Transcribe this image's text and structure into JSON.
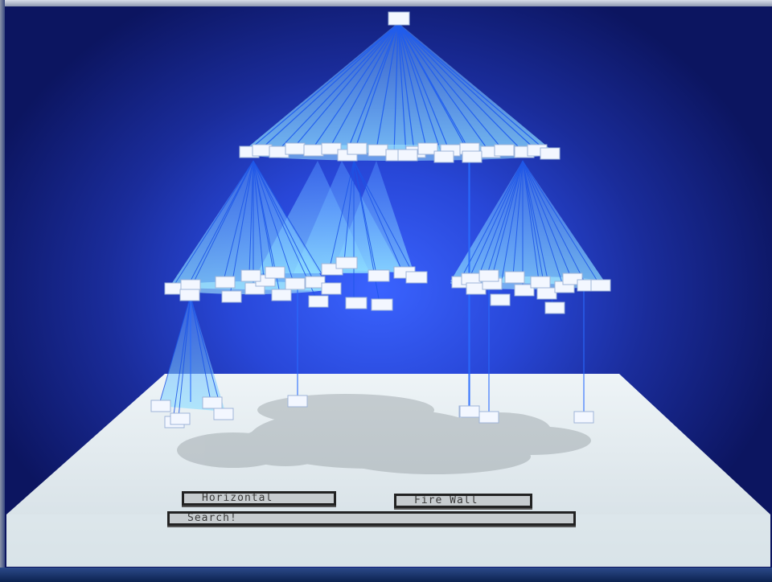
{
  "controls": {
    "horizontal_label": "Horizontal",
    "fire_wall_label": "Fire Wall",
    "search_label": "Search!"
  },
  "colors": {
    "background_dark": "#0c1560",
    "background_light": "#3a63ff",
    "cone_fill": "#7fd0ff",
    "cone_line": "#1a5cff",
    "node_fill": "#f2f6ff",
    "floor": "#dde7ee",
    "shadow": "#8a9499"
  },
  "visualization": {
    "type": "3d-cone-tree",
    "root_count": 1,
    "level1_count": 22,
    "level2_count": 48,
    "level3_count": 10
  }
}
